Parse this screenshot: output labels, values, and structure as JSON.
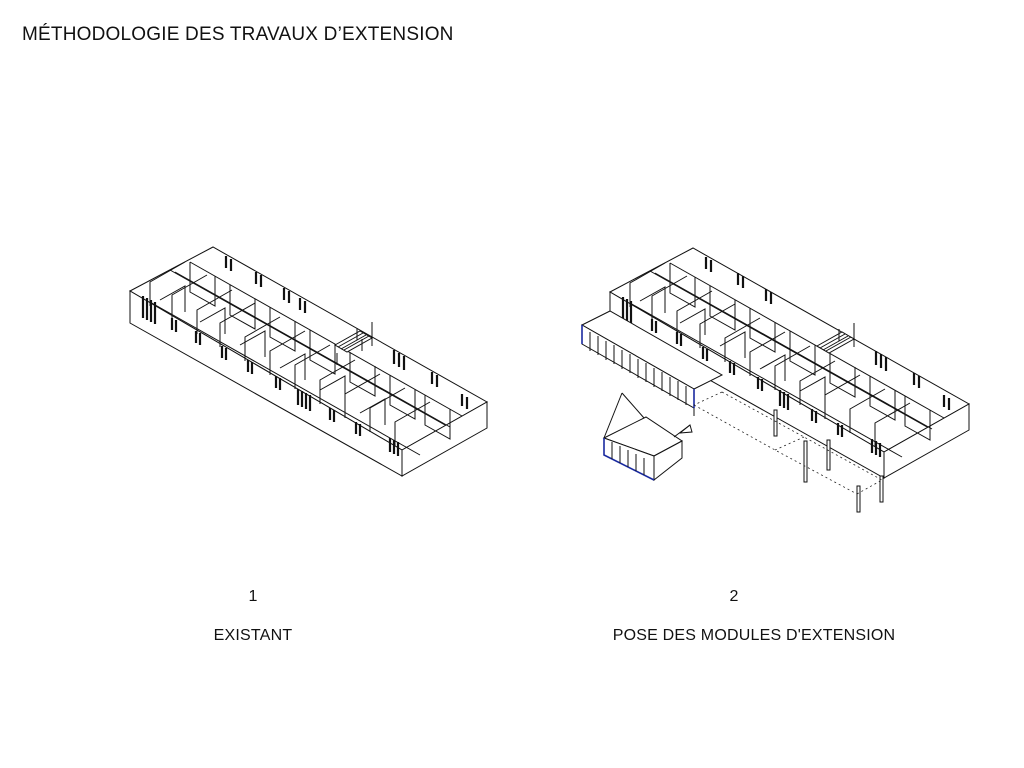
{
  "title": "MÉTHODOLOGIE DES TRAVAUX D’EXTENSION",
  "panels": [
    {
      "number": "1",
      "caption": "EXISTANT"
    },
    {
      "number": "2",
      "caption": "POSE DES MODULES D'EXTENSION"
    }
  ]
}
